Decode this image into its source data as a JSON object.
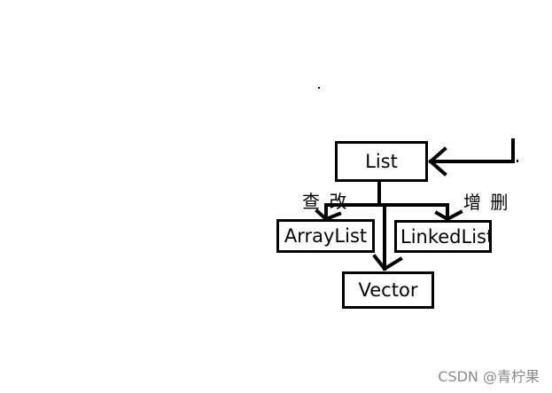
{
  "nodes": {
    "list": "List",
    "arraylist": "ArrayList",
    "linkedlist": "LinkedList",
    "vector": "Vector"
  },
  "labels": {
    "left": "查  改",
    "right": "增 删"
  },
  "watermark": "CSDN @青柠果"
}
